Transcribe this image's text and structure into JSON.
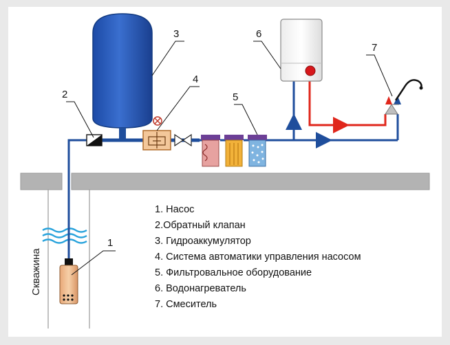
{
  "labels": {
    "pump": "1",
    "check_valve": "2",
    "accumulator": "3",
    "automation": "4",
    "filters": "5",
    "water_heater": "6",
    "mixer": "7"
  },
  "well_label": "Скважина",
  "legend": [
    "1. Насос",
    "2.Обратный клапан",
    "3. Гидроаккумулятор",
    "4. Система автоматики управления насосом",
    "5. Фильтровальное оборудование",
    "6. Водонагреватель",
    "7. Смеситель"
  ],
  "colors": {
    "cold_water": "#1f4e9c",
    "hot_water": "#e0261b",
    "tank": "#2456b3",
    "ground": "#b3b3b3",
    "frame": "#e8e8e8"
  }
}
